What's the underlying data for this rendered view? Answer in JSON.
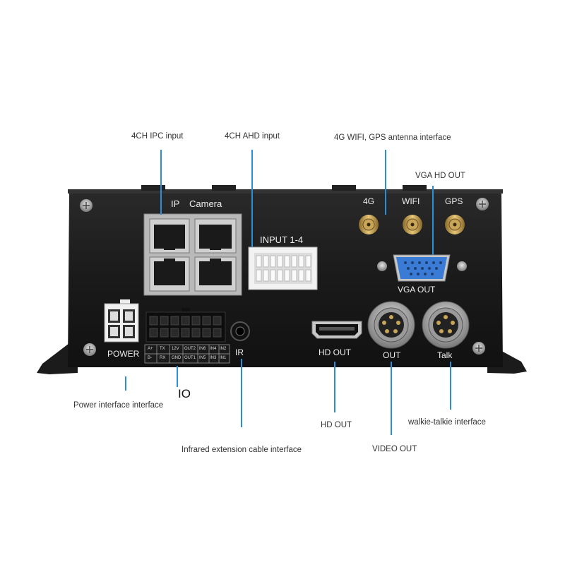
{
  "callouts": {
    "ipc": "4CH  IPC input",
    "ahd": "4CH  AHD input",
    "antenna": "4G WIFI, GPS antenna interface",
    "vga": "VGA HD OUT",
    "power": "Power interface  interface",
    "io": "IO",
    "ir": "Infrared extension cable interface",
    "hdout": "HD OUT",
    "video": "VIDEO OUT",
    "talkie": "walkie-talkie interface"
  },
  "panel": {
    "ip": "IP",
    "camera": "Camera",
    "input": "INPUT 1-4",
    "ant_4g": "4G",
    "ant_wifi": "WIFI",
    "ant_gps": "GPS",
    "vga_out": "VGA OUT",
    "power": "POWER",
    "ir": "IR",
    "hd_out": "HD OUT",
    "out": "OUT",
    "talk": "Talk"
  },
  "io_table": {
    "top": [
      "A+",
      "TX",
      "12V",
      "OUT2",
      "IN6",
      "IN4",
      "IN2"
    ],
    "bottom": [
      "B-",
      "RX",
      "GND",
      "OUT1",
      "IN5",
      "IN3",
      "IN1"
    ]
  },
  "colors": {
    "leader": "#2a8fd6",
    "body": "#1c1c1c",
    "vga": "#3a7bd5"
  }
}
